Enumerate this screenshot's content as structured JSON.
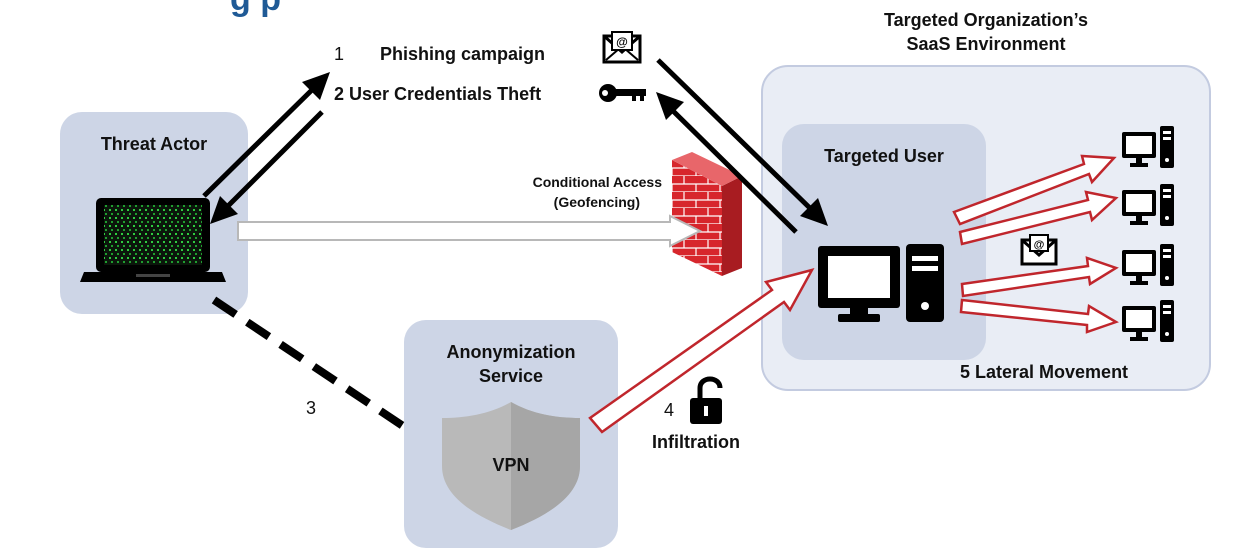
{
  "diagram": {
    "title_fragment": "g                                p",
    "targeted_org_title_line1": "Targeted Organization’s",
    "targeted_org_title_line2": "SaaS Environment",
    "threat_actor_label": "Threat Actor",
    "targeted_user_label": "Targeted User",
    "anonymization_label_line1": "Anonymization",
    "anonymization_label_line2": "Service",
    "vpn_label": "VPN",
    "conditional_access_line1": "Conditional Access",
    "conditional_access_line2": "(Geofencing)",
    "steps": {
      "step1_number": "1",
      "step1_label": "Phishing campaign",
      "step2_label": "2 User Credentials Theft",
      "step3_number": "3",
      "step4_number": "4",
      "step4_label": "Infiltration",
      "step5_label": "5 Lateral Movement"
    },
    "colors": {
      "box_fill": "#cdd5e6",
      "org_fill": "#e9edf5",
      "title_blue": "#1f5a96",
      "arrow_red": "#c0262c",
      "brick_red": "#d7262c",
      "shield_gray": "#b9b9b9"
    },
    "icons": [
      "envelope-icon",
      "key-icon",
      "laptop-icon",
      "firewall-icon",
      "desktop-icon",
      "padlock-icon",
      "shield-icon"
    ]
  }
}
